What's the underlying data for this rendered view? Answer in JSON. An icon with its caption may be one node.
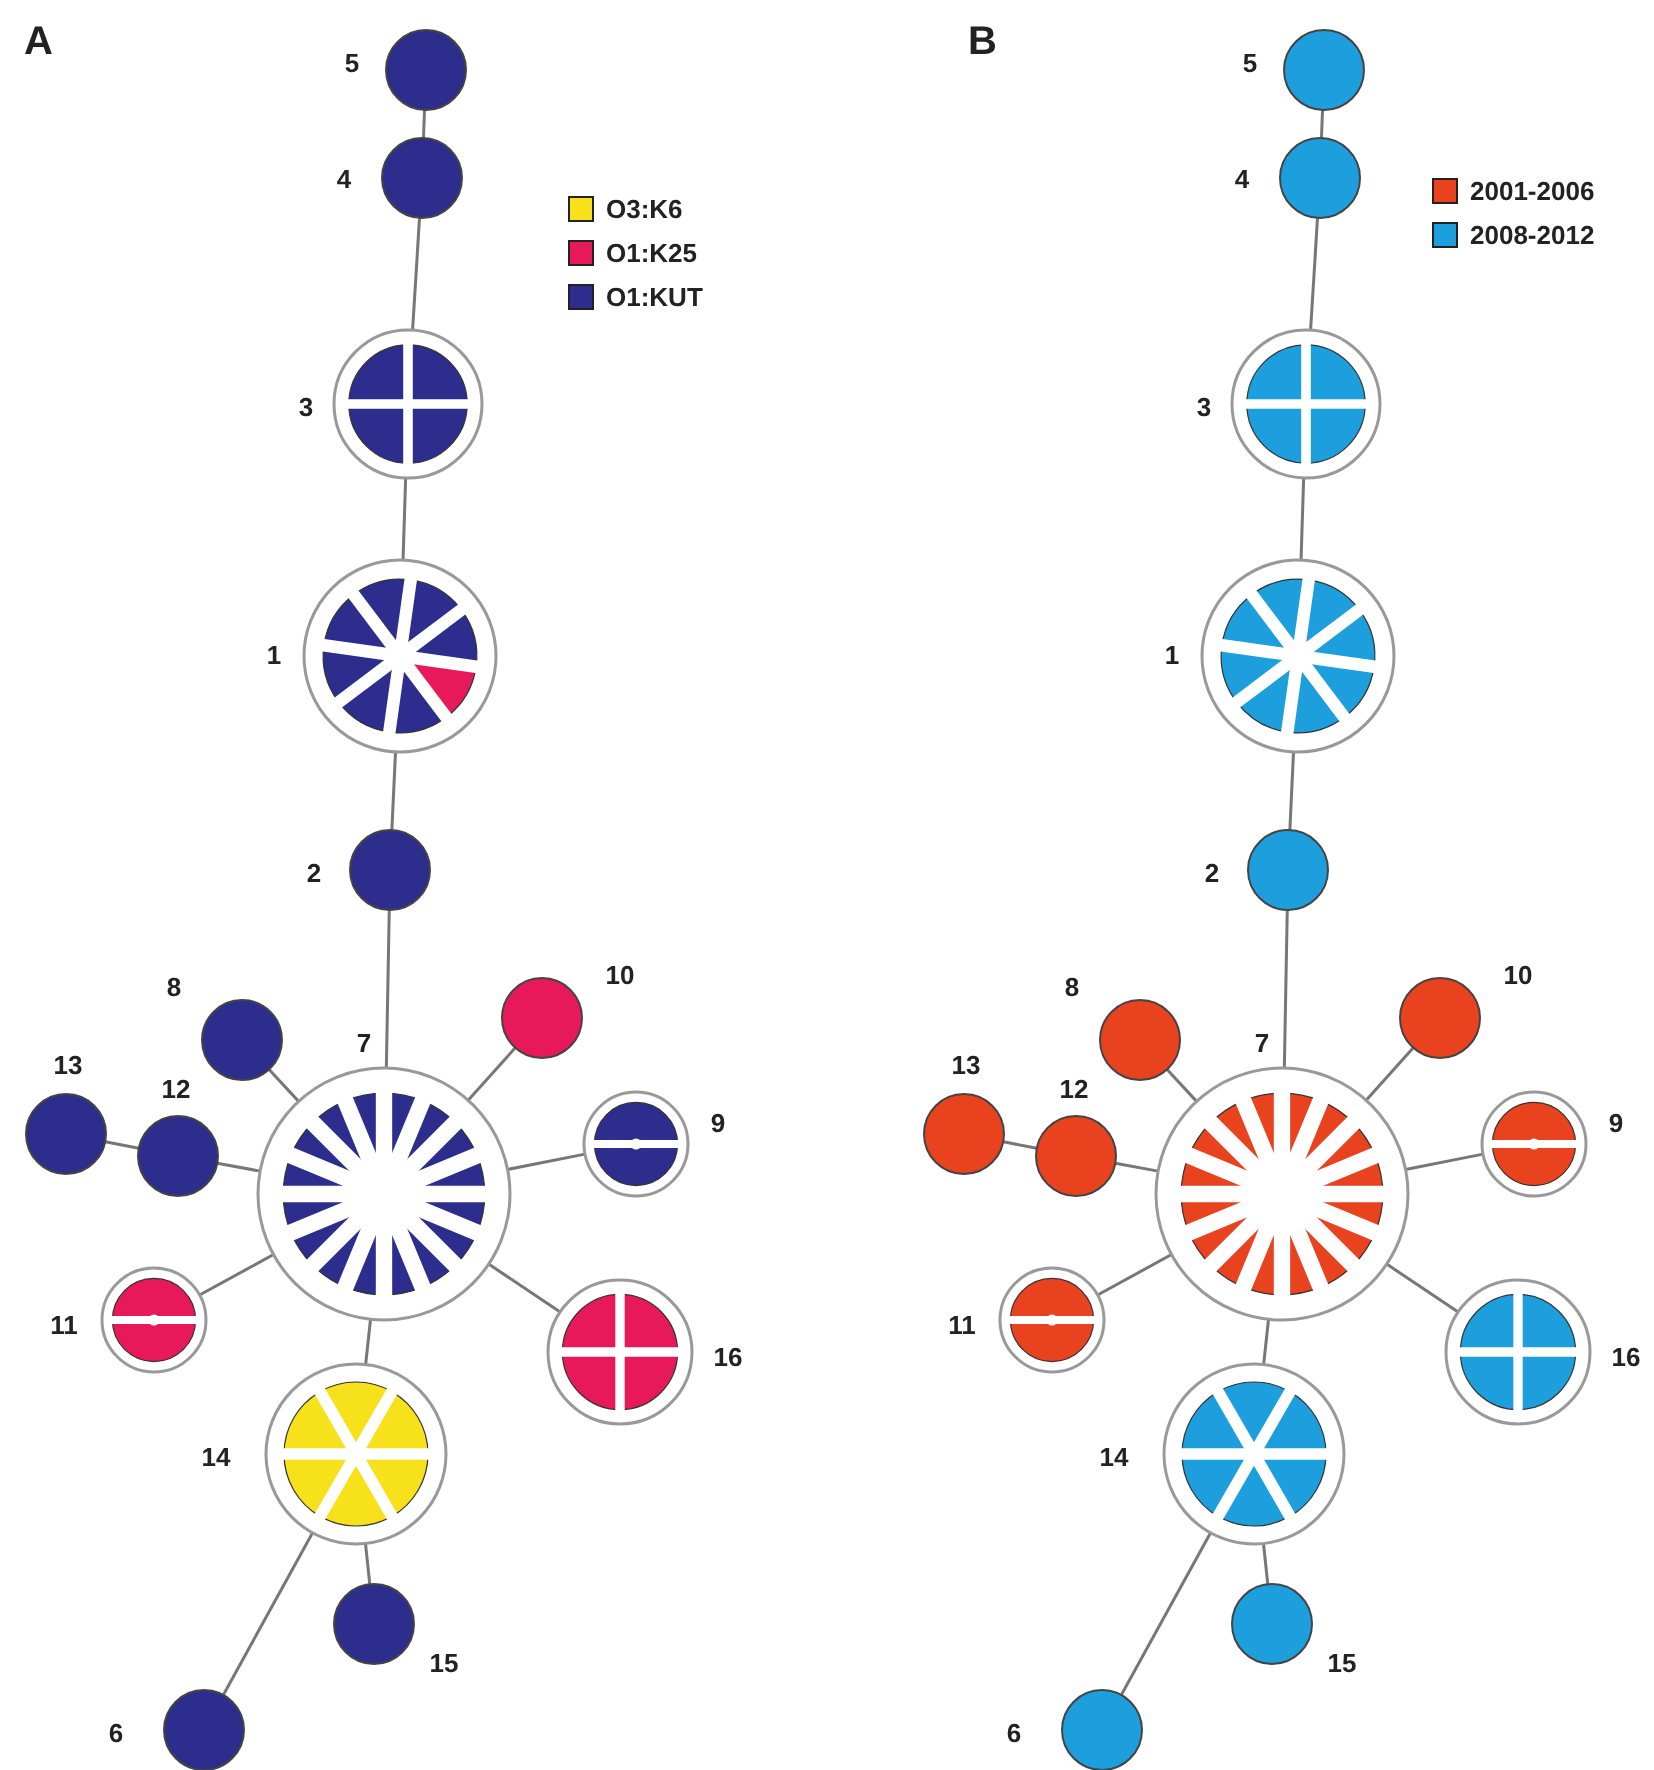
{
  "diagram": {
    "nodes": [
      {
        "text": [],
        "shape": "circle",
        "beside": [
          "5"
        ]
      },
      {
        "text": [],
        "shape": "circle",
        "beside": [
          "4"
        ]
      },
      {
        "text": [],
        "shape": "circle",
        "beside": [
          "3"
        ]
      },
      {
        "text": [],
        "shape": "circle",
        "beside": [
          "1"
        ]
      },
      {
        "text": [],
        "shape": "circle",
        "beside": [
          "2"
        ]
      },
      {
        "text": [],
        "shape": "circle",
        "beside": [
          "8"
        ]
      },
      {
        "text": [],
        "shape": "circle",
        "beside": [
          "10"
        ]
      },
      {
        "text": [],
        "shape": "circle",
        "beside": [
          "7"
        ]
      },
      {
        "text": [],
        "shape": "circle",
        "beside": [
          "13"
        ]
      },
      {
        "text": [],
        "shape": "circle",
        "beside": [
          "12"
        ]
      },
      {
        "text": [],
        "shape": "circle",
        "beside": [
          "9"
        ]
      },
      {
        "text": [],
        "shape": "circle",
        "beside": [
          "11"
        ]
      },
      {
        "text": [],
        "shape": "circle",
        "beside": [
          "16"
        ]
      },
      {
        "text": [],
        "shape": "circle",
        "beside": [
          "14"
        ]
      },
      {
        "text": [],
        "shape": "circle",
        "beside": [
          "15"
        ]
      },
      {
        "text": [],
        "shape": "circle",
        "beside": [
          "6"
        ]
      },
      {
        "text": [],
        "shape": "circle",
        "beside": [
          "5"
        ]
      },
      {
        "text": [],
        "shape": "circle",
        "beside": [
          "4"
        ]
      },
      {
        "text": [],
        "shape": "circle",
        "beside": [
          "3"
        ]
      },
      {
        "text": [],
        "shape": "circle",
        "beside": [
          "1"
        ]
      },
      {
        "text": [],
        "shape": "circle",
        "beside": [
          "2"
        ]
      },
      {
        "text": [],
        "shape": "circle",
        "beside": [
          "8"
        ]
      },
      {
        "text": [],
        "shape": "circle",
        "beside": [
          "10"
        ]
      },
      {
        "text": [],
        "shape": "circle",
        "beside": [
          "7"
        ]
      },
      {
        "text": [],
        "shape": "circle",
        "beside": [
          "13"
        ]
      },
      {
        "text": [],
        "shape": "circle",
        "beside": [
          "12"
        ]
      },
      {
        "text": [],
        "shape": "circle",
        "beside": [
          "9"
        ]
      },
      {
        "text": [],
        "shape": "circle",
        "beside": [
          "11"
        ]
      },
      {
        "text": [],
        "shape": "circle",
        "beside": [
          "16"
        ]
      },
      {
        "text": [],
        "shape": "circle",
        "beside": [
          "14"
        ]
      },
      {
        "text": [],
        "shape": "circle",
        "beside": [
          "15"
        ]
      },
      {
        "text": [],
        "shape": "circle",
        "beside": [
          "6"
        ]
      }
    ],
    "edges": [
      {
        "from": 0,
        "to": 1,
        "arrow": "none"
      },
      {
        "from": 1,
        "to": 2,
        "arrow": "none"
      },
      {
        "from": 2,
        "to": 3,
        "arrow": "none"
      },
      {
        "from": 3,
        "to": 4,
        "arrow": "none"
      },
      {
        "from": 4,
        "to": 7,
        "arrow": "none"
      },
      {
        "from": 7,
        "to": 5,
        "arrow": "none"
      },
      {
        "from": 7,
        "to": 6,
        "arrow": "none"
      },
      {
        "from": 7,
        "to": 9,
        "arrow": "none"
      },
      {
        "from": 9,
        "to": 8,
        "arrow": "none"
      },
      {
        "from": 7,
        "to": 10,
        "arrow": "none"
      },
      {
        "from": 7,
        "to": 11,
        "arrow": "none"
      },
      {
        "from": 7,
        "to": 12,
        "arrow": "none"
      },
      {
        "from": 7,
        "to": 13,
        "arrow": "none"
      },
      {
        "from": 13,
        "to": 14,
        "arrow": "none"
      },
      {
        "from": 13,
        "to": 15,
        "arrow": "none"
      },
      {
        "from": 16,
        "to": 17,
        "arrow": "none"
      },
      {
        "from": 17,
        "to": 18,
        "arrow": "none"
      },
      {
        "from": 18,
        "to": 19,
        "arrow": "none"
      },
      {
        "from": 19,
        "to": 20,
        "arrow": "none"
      },
      {
        "from": 20,
        "to": 23,
        "arrow": "none"
      },
      {
        "from": 23,
        "to": 21,
        "arrow": "none"
      },
      {
        "from": 23,
        "to": 22,
        "arrow": "none"
      },
      {
        "from": 23,
        "to": 25,
        "arrow": "none"
      },
      {
        "from": 25,
        "to": 24,
        "arrow": "none"
      },
      {
        "from": 23,
        "to": 26,
        "arrow": "none"
      },
      {
        "from": 23,
        "to": 27,
        "arrow": "none"
      },
      {
        "from": 23,
        "to": 28,
        "arrow": "none"
      },
      {
        "from": 23,
        "to": 29,
        "arrow": "none"
      },
      {
        "from": 29,
        "to": 30,
        "arrow": "none"
      },
      {
        "from": 29,
        "to": 31,
        "arrow": "none"
      }
    ],
    "labels": [
      "A",
      "B"
    ],
    "legend": [
      {
        "text": "O3:K6",
        "color": "#f6e11a"
      },
      {
        "text": "O1:K25",
        "color": "#e8195a"
      },
      {
        "text": "O1:KUT",
        "color": "#2c2d8c"
      },
      {
        "text": "2001-2006",
        "color": "#e8421f"
      },
      {
        "text": "2008-2012",
        "color": "#1c9fdc"
      }
    ]
  }
}
